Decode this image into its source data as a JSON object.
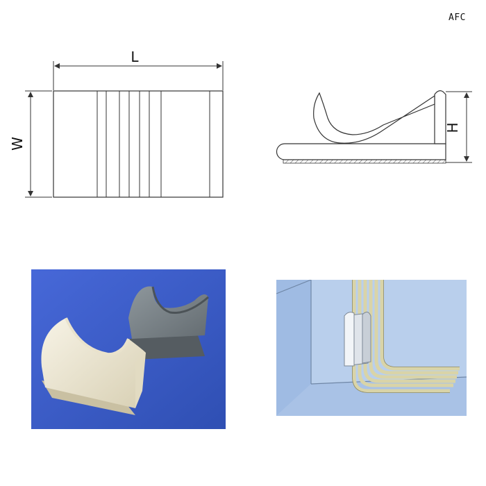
{
  "model_code": "AFC",
  "dimensions": {
    "length_label": "L",
    "width_label": "W",
    "height_label": "H"
  },
  "colors": {
    "line": "#333333",
    "photo_background": "#3a5cc8",
    "natural_clip": "#ece6d2",
    "grey_clip": "#7a8287",
    "panel_blue": "#a8c3e6",
    "cable": "#d6d2a6",
    "clip_metal": "#d9dee4"
  }
}
